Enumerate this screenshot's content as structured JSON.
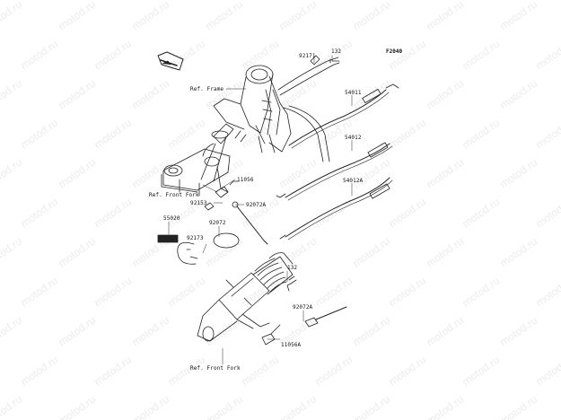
{
  "watermark": "motod.ru",
  "figure_code": "F2040",
  "labels": {
    "ref_frame": "Ref. Frame",
    "ref_front_fork_top": "Ref. Front Fork",
    "ref_front_fork_bottom": "Ref. Front Fork",
    "p92171": "92171",
    "p132_top": "132",
    "p54011": "54011",
    "p54012": "54012",
    "p54012a": "54012A",
    "p11056": "11056",
    "p92153": "92153",
    "p92072a_top": "92072A",
    "p55020": "55020",
    "p92072": "92072",
    "p92173": "92173",
    "p132_bottom": "132",
    "p92072a_bottom": "92072A",
    "p11056a": "11056A"
  }
}
